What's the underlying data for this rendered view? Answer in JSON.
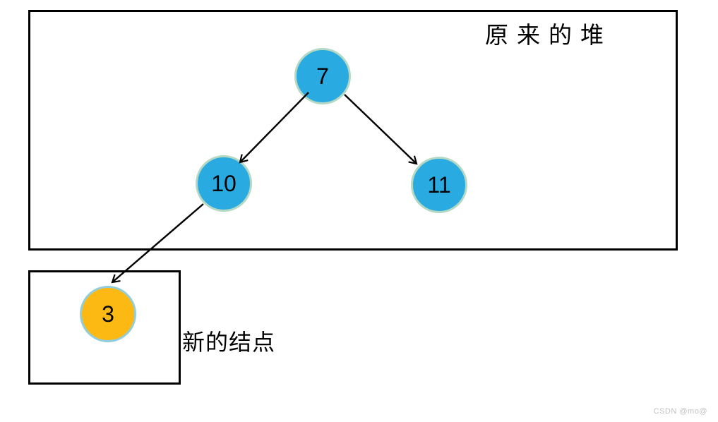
{
  "diagram": {
    "heap_label": "原来的堆",
    "new_node_label": "新的结点",
    "nodes": [
      {
        "name": "root",
        "value": "7"
      },
      {
        "name": "left-child",
        "value": "10"
      },
      {
        "name": "right-child",
        "value": "11"
      },
      {
        "name": "new-node",
        "value": "3"
      }
    ],
    "edges": [
      {
        "from": "7",
        "to": "10"
      },
      {
        "from": "7",
        "to": "11"
      },
      {
        "from": "10",
        "to": "3"
      }
    ],
    "colors": {
      "heap_node_fill": "#29abe2",
      "heap_node_border": "#b4d8c4",
      "new_node_fill": "#fdb913",
      "new_node_border": "#92cddc",
      "edge": "#000000",
      "box_border": "#000000"
    },
    "watermark": "CSDN @mo@"
  }
}
